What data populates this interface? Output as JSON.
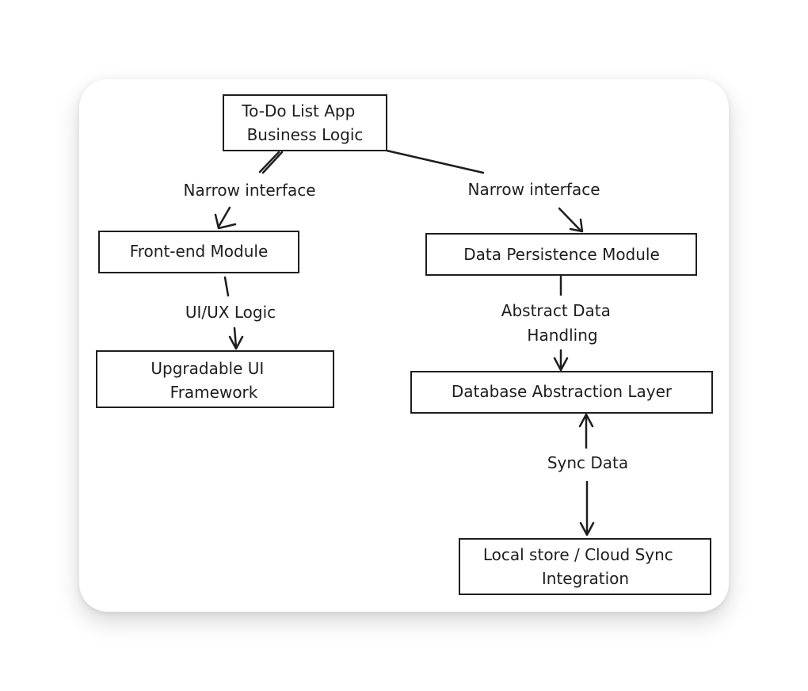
{
  "nodes": {
    "business_logic": {
      "lines": [
        "To-Do List App",
        "Business Logic"
      ]
    },
    "frontend": {
      "lines": [
        "Front-end Module"
      ]
    },
    "ui_framework": {
      "lines": [
        "Upgradable UI",
        "Framework"
      ]
    },
    "data_persistence": {
      "lines": [
        "Data Persistence Module"
      ]
    },
    "db_abstraction": {
      "lines": [
        "Database Abstraction Layer"
      ]
    },
    "local_store": {
      "lines": [
        "Local store / Cloud Sync",
        "Integration"
      ]
    }
  },
  "edges": {
    "logic_to_frontend": {
      "label": [
        "Narrow interface"
      ]
    },
    "logic_to_persistence": {
      "label": [
        "Narrow interface"
      ]
    },
    "frontend_to_ui": {
      "label": [
        "UI/UX Logic"
      ]
    },
    "persistence_to_db": {
      "label": [
        "Abstract Data",
        "Handling"
      ]
    },
    "db_to_local": {
      "label": [
        "Sync Data"
      ]
    }
  },
  "colors": {
    "ink": "#1e1e1e",
    "card": "#ffffff"
  }
}
